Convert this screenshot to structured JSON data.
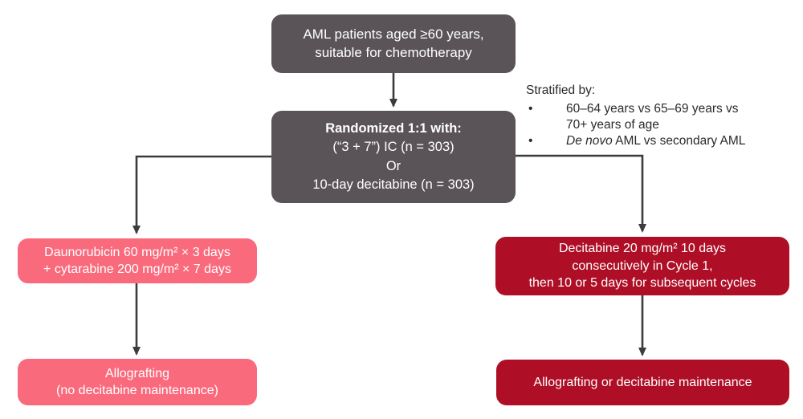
{
  "palette": {
    "background": "#ffffff",
    "box_gray": "#5a5458",
    "box_pink": "#fa6a7d",
    "box_red": "#ae0f26",
    "box_text": "#ffffff",
    "note_text": "#2b2b2b",
    "arrow": "#3d3b3c"
  },
  "top_node": {
    "line1": "AML patients aged ≥60 years,",
    "line2": "suitable for chemotherapy"
  },
  "randomization_node": {
    "title": "Randomized 1:1 with:",
    "line1": "(“3 + 7”) IC (n = 303)",
    "line2": "Or",
    "line3": "10-day decitabine (n = 303)"
  },
  "stratification": {
    "heading": "Stratified by:",
    "bullet_glyph": "•",
    "item1": {
      "line1": "60–64 years vs 65–69 years vs",
      "line2": "70+ years of age"
    },
    "item2": {
      "italic": "De novo",
      "rest": " AML vs secondary AML"
    }
  },
  "ic_arm_node": {
    "line1": "Daunorubicin 60 mg/m² × 3 days",
    "line2": "+ cytarabine 200 mg/m² × 7 days"
  },
  "decitabine_arm_node": {
    "line1": "Decitabine 20 mg/m² 10 days",
    "line2": "consecutively in Cycle 1,",
    "line3": "then 10 or 5 days for subsequent cycles"
  },
  "ic_outcome_node": {
    "line1": "Allografting",
    "line2": "(no decitabine maintenance)"
  },
  "decitabine_outcome_node": {
    "text": "Allografting or decitabine maintenance"
  }
}
